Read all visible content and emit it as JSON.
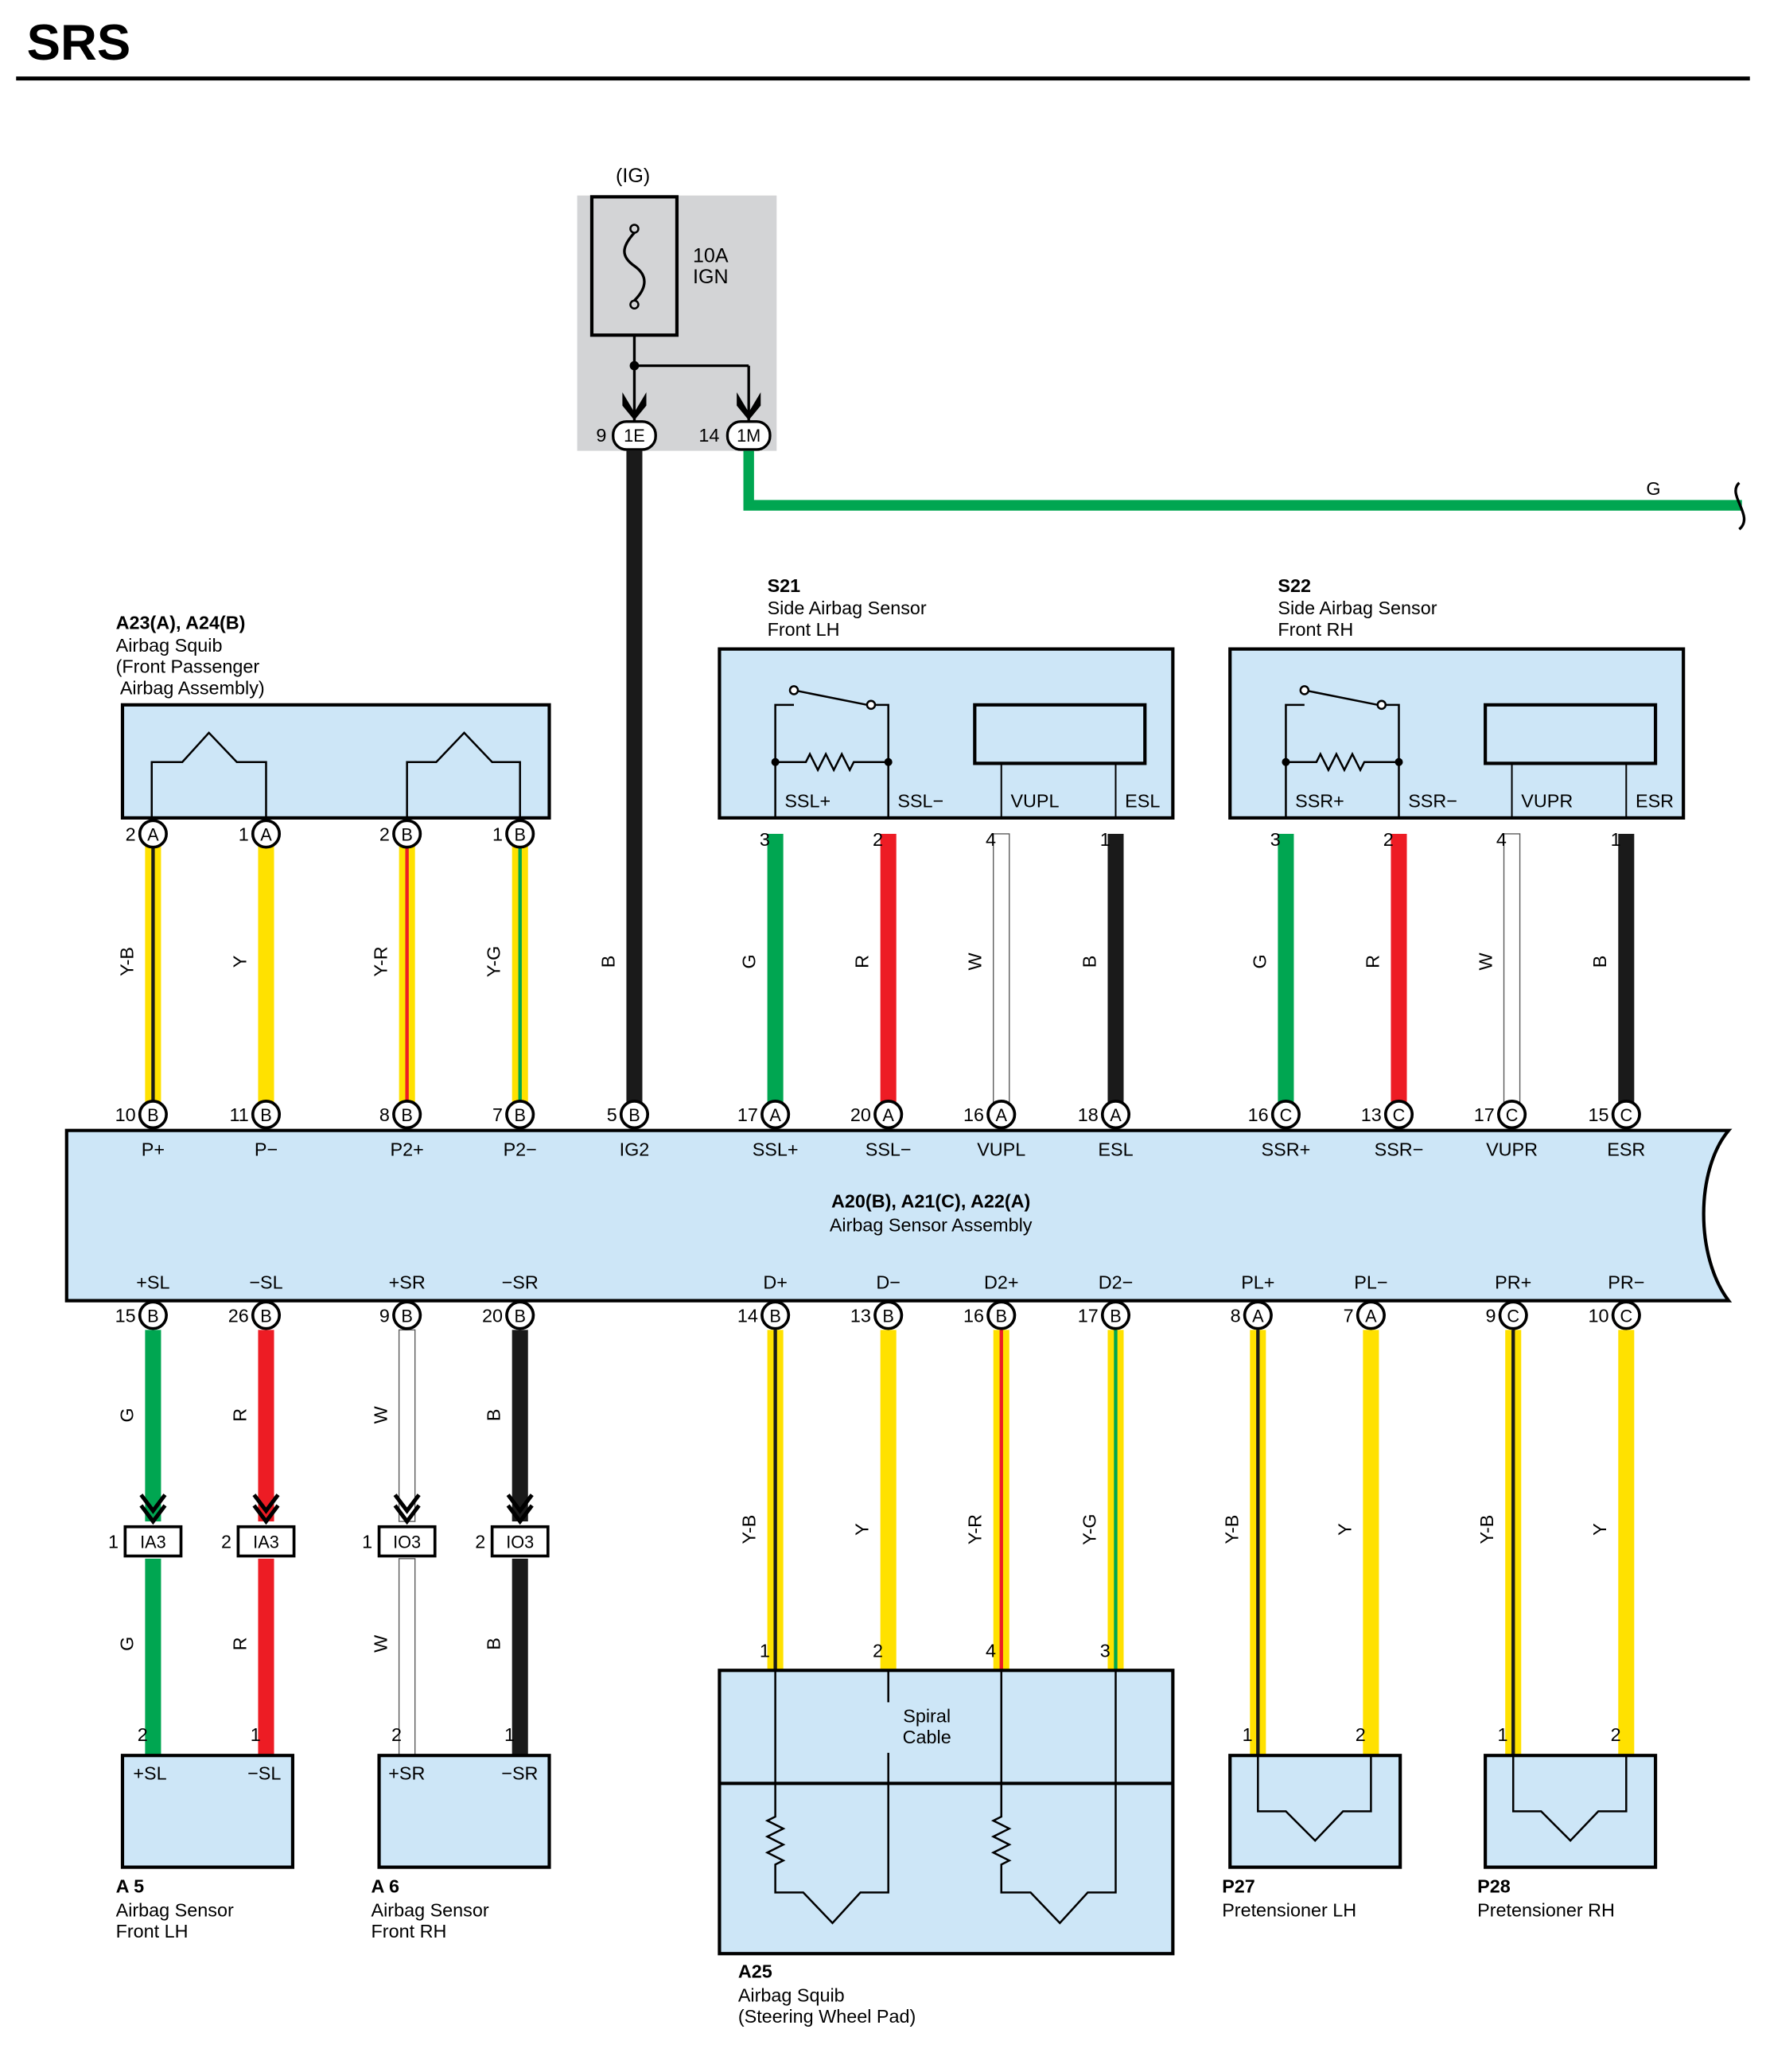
{
  "page_title": "SRS",
  "colors": {
    "component_fill": "#cde6f7",
    "fuse_box_fill": "#d3d4d6",
    "wire": {
      "G": "#00a651",
      "R": "#ed1c24",
      "B": "#1a1a1a",
      "W": "#ffffff",
      "Y": "#ffe100",
      "Y-B": "#ffe100",
      "Y-R": "#ffe100",
      "Y-G": "#ffe100"
    },
    "stripe": {
      "Y-B": "#1a1a1a",
      "Y-R": "#ed1c24",
      "Y-G": "#00a651"
    }
  },
  "fuse": {
    "supply": "(IG)",
    "rating": "10A",
    "name": "IGN",
    "pin_left_num": "9",
    "pin_left_code": "1E",
    "pin_right_num": "14",
    "pin_right_code": "1M"
  },
  "g_wire_label": "G",
  "airbag_squib_front_passenger": {
    "code": "A23(A), A24(B)",
    "line1": "Airbag Squib",
    "line2": "(Front Passenger",
    "line3": " Airbag Assembly)"
  },
  "side_sensor_lh": {
    "code": "S21",
    "line1": "Side Airbag Sensor",
    "line2": "Front LH",
    "pins": [
      "SSL+",
      "SSL−",
      "VUPL",
      "ESL"
    ]
  },
  "side_sensor_rh": {
    "code": "S22",
    "line1": "Side Airbag Sensor",
    "line2": "Front RH",
    "pins": [
      "SSR+",
      "SSR−",
      "VUPR",
      "ESR"
    ]
  },
  "main_assembly": {
    "code": "A20(B), A21(C), A22(A)",
    "name": "Airbag Sensor Assembly",
    "top_pins": [
      {
        "label": "P+",
        "num": "10",
        "conn": "B"
      },
      {
        "label": "P−",
        "num": "11",
        "conn": "B"
      },
      {
        "label": "P2+",
        "num": "8",
        "conn": "B"
      },
      {
        "label": "P2−",
        "num": "7",
        "conn": "B"
      },
      {
        "label": "IG2",
        "num": "5",
        "conn": "B"
      },
      {
        "label": "SSL+",
        "num": "17",
        "conn": "A"
      },
      {
        "label": "SSL−",
        "num": "20",
        "conn": "A"
      },
      {
        "label": "VUPL",
        "num": "16",
        "conn": "A"
      },
      {
        "label": "ESL",
        "num": "18",
        "conn": "A"
      },
      {
        "label": "SSR+",
        "num": "16",
        "conn": "C"
      },
      {
        "label": "SSR−",
        "num": "13",
        "conn": "C"
      },
      {
        "label": "VUPR",
        "num": "17",
        "conn": "C"
      },
      {
        "label": "ESR",
        "num": "15",
        "conn": "C"
      }
    ],
    "bottom_pins": [
      {
        "label": "+SL",
        "num": "15",
        "conn": "B"
      },
      {
        "label": "−SL",
        "num": "26",
        "conn": "B"
      },
      {
        "label": "+SR",
        "num": "9",
        "conn": "B"
      },
      {
        "label": "−SR",
        "num": "20",
        "conn": "B"
      },
      {
        "label": "D+",
        "num": "14",
        "conn": "B"
      },
      {
        "label": "D−",
        "num": "13",
        "conn": "B"
      },
      {
        "label": "D2+",
        "num": "16",
        "conn": "B"
      },
      {
        "label": "D2−",
        "num": "17",
        "conn": "B"
      },
      {
        "label": "PL+",
        "num": "8",
        "conn": "A"
      },
      {
        "label": "PL−",
        "num": "7",
        "conn": "A"
      },
      {
        "label": "PR+",
        "num": "9",
        "conn": "C"
      },
      {
        "label": "PR−",
        "num": "10",
        "conn": "C"
      }
    ]
  },
  "squib_pins": [
    {
      "num": "2",
      "conn": "A"
    },
    {
      "num": "1",
      "conn": "A"
    },
    {
      "num": "2",
      "conn": "B"
    },
    {
      "num": "1",
      "conn": "B"
    }
  ],
  "side_lh_pin_nums": [
    "3",
    "2",
    "4",
    "1"
  ],
  "side_rh_pin_nums": [
    "3",
    "2",
    "4",
    "1"
  ],
  "top_wires": [
    {
      "color": "Y-B"
    },
    {
      "color": "Y"
    },
    {
      "color": "Y-R"
    },
    {
      "color": "Y-G"
    },
    {
      "color": "B"
    },
    {
      "color": "G"
    },
    {
      "color": "R"
    },
    {
      "color": "W"
    },
    {
      "color": "B"
    },
    {
      "color": "G"
    },
    {
      "color": "R"
    },
    {
      "color": "W"
    },
    {
      "color": "B"
    }
  ],
  "bottom_wires": [
    {
      "color": "G"
    },
    {
      "color": "R"
    },
    {
      "color": "W"
    },
    {
      "color": "B"
    },
    {
      "color": "Y-B"
    },
    {
      "color": "Y"
    },
    {
      "color": "Y-R"
    },
    {
      "color": "Y-G"
    },
    {
      "color": "Y-B"
    },
    {
      "color": "Y"
    },
    {
      "color": "Y-B"
    },
    {
      "color": "Y"
    }
  ],
  "junctions": [
    {
      "left_num": "1",
      "code": "IA3"
    },
    {
      "left_num": "2",
      "code": "IA3"
    },
    {
      "left_num": "1",
      "code": "IO3"
    },
    {
      "left_num": "2",
      "code": "IO3"
    }
  ],
  "sensor_a5": {
    "code": "A 5",
    "line1": "Airbag Sensor",
    "line2": "Front LH",
    "pins": [
      "+SL",
      "−SL"
    ],
    "pin_nums": [
      "2",
      "1"
    ]
  },
  "sensor_a6": {
    "code": "A 6",
    "line1": "Airbag Sensor",
    "line2": "Front RH",
    "pins": [
      "+SR",
      "−SR"
    ],
    "pin_nums": [
      "2",
      "1"
    ]
  },
  "steering_squib": {
    "code": "A25",
    "line1": "Airbag Squib",
    "line2": "(Steering Wheel Pad)",
    "spiral_line1": "Spiral",
    "spiral_line2": "Cable",
    "pin_nums": [
      "1",
      "2",
      "4",
      "3"
    ]
  },
  "pretensioner_lh": {
    "code": "P27",
    "name": "Pretensioner LH",
    "pin_nums": [
      "1",
      "2"
    ]
  },
  "pretensioner_rh": {
    "code": "P28",
    "name": "Pretensioner RH",
    "pin_nums": [
      "1",
      "2"
    ]
  }
}
